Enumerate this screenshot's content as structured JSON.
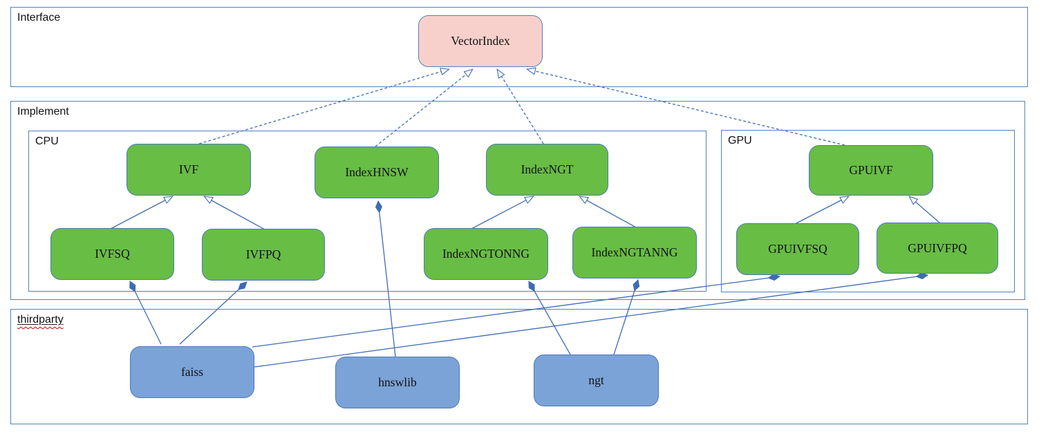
{
  "colors": {
    "line": "#3d6cb4",
    "container-border": "#4f81bd",
    "green-fill": "#68bd45",
    "green-border": "#4a79b8",
    "blue-fill": "#7ba3d7",
    "blue-border": "#4a79b8",
    "pink-fill": "#f8d0cb",
    "pink-border": "#4f81bd",
    "label-color": "#111111",
    "squiggle": "#cc0000"
  },
  "containers": {
    "interface": {
      "label": "Interface"
    },
    "implement": {
      "label": "Implement"
    },
    "cpu": {
      "label": "CPU"
    },
    "gpu": {
      "label": "GPU"
    },
    "thirdparty": {
      "label": "thirdparty"
    }
  },
  "nodes": {
    "vectorindex": {
      "label": "VectorIndex",
      "kind": "interface"
    },
    "ivf": {
      "label": "IVF",
      "kind": "cpu-class"
    },
    "indexhnsw": {
      "label": "IndexHNSW",
      "kind": "cpu-class"
    },
    "indexngt": {
      "label": "IndexNGT",
      "kind": "cpu-class"
    },
    "ivfsq": {
      "label": "IVFSQ",
      "kind": "cpu-class"
    },
    "ivfpq": {
      "label": "IVFPQ",
      "kind": "cpu-class"
    },
    "indexngtonng": {
      "label": "IndexNGTONNG",
      "kind": "cpu-class"
    },
    "indexngtanng": {
      "label": "IndexNGTANNG",
      "kind": "cpu-class"
    },
    "gpuivf": {
      "label": "GPUIVF",
      "kind": "gpu-class"
    },
    "gpuivfsq": {
      "label": "GPUIVFSQ",
      "kind": "gpu-class"
    },
    "gpuivfpq": {
      "label": "GPUIVFPQ",
      "kind": "gpu-class"
    },
    "faiss": {
      "label": "faiss",
      "kind": "thirdparty-lib"
    },
    "hnswlib": {
      "label": "hnswlib",
      "kind": "thirdparty-lib"
    },
    "ngt": {
      "label": "ngt",
      "kind": "thirdparty-lib"
    }
  },
  "edges": [
    {
      "from": "IVF",
      "to": "VectorIndex",
      "relation": "realizes",
      "style": "dashed-open-arrow"
    },
    {
      "from": "IndexHNSW",
      "to": "VectorIndex",
      "relation": "realizes",
      "style": "dashed-open-arrow"
    },
    {
      "from": "IndexNGT",
      "to": "VectorIndex",
      "relation": "realizes",
      "style": "dashed-open-arrow"
    },
    {
      "from": "GPUIVF",
      "to": "VectorIndex",
      "relation": "realizes",
      "style": "dashed-open-arrow"
    },
    {
      "from": "IVFSQ",
      "to": "IVF",
      "relation": "inherits",
      "style": "solid-open-arrow"
    },
    {
      "from": "IVFPQ",
      "to": "IVF",
      "relation": "inherits",
      "style": "solid-open-arrow"
    },
    {
      "from": "IndexNGTONNG",
      "to": "IndexNGT",
      "relation": "inherits",
      "style": "solid-open-arrow"
    },
    {
      "from": "IndexNGTANNG",
      "to": "IndexNGT",
      "relation": "inherits",
      "style": "solid-open-arrow"
    },
    {
      "from": "GPUIVFSQ",
      "to": "GPUIVF",
      "relation": "inherits",
      "style": "solid-open-arrow"
    },
    {
      "from": "GPUIVFPQ",
      "to": "GPUIVF",
      "relation": "inherits",
      "style": "solid-open-arrow"
    },
    {
      "from": "faiss",
      "to": "IVFSQ",
      "relation": "composition",
      "style": "solid-filled-diamond"
    },
    {
      "from": "faiss",
      "to": "IVFPQ",
      "relation": "composition",
      "style": "solid-filled-diamond"
    },
    {
      "from": "faiss",
      "to": "GPUIVFSQ",
      "relation": "composition",
      "style": "solid-filled-diamond"
    },
    {
      "from": "faiss",
      "to": "GPUIVFPQ",
      "relation": "composition",
      "style": "solid-filled-diamond"
    },
    {
      "from": "hnswlib",
      "to": "IndexHNSW",
      "relation": "composition",
      "style": "solid-filled-diamond"
    },
    {
      "from": "ngt",
      "to": "IndexNGTONNG",
      "relation": "composition",
      "style": "solid-filled-diamond"
    },
    {
      "from": "ngt",
      "to": "IndexNGTANNG",
      "relation": "composition",
      "style": "solid-filled-diamond"
    }
  ]
}
